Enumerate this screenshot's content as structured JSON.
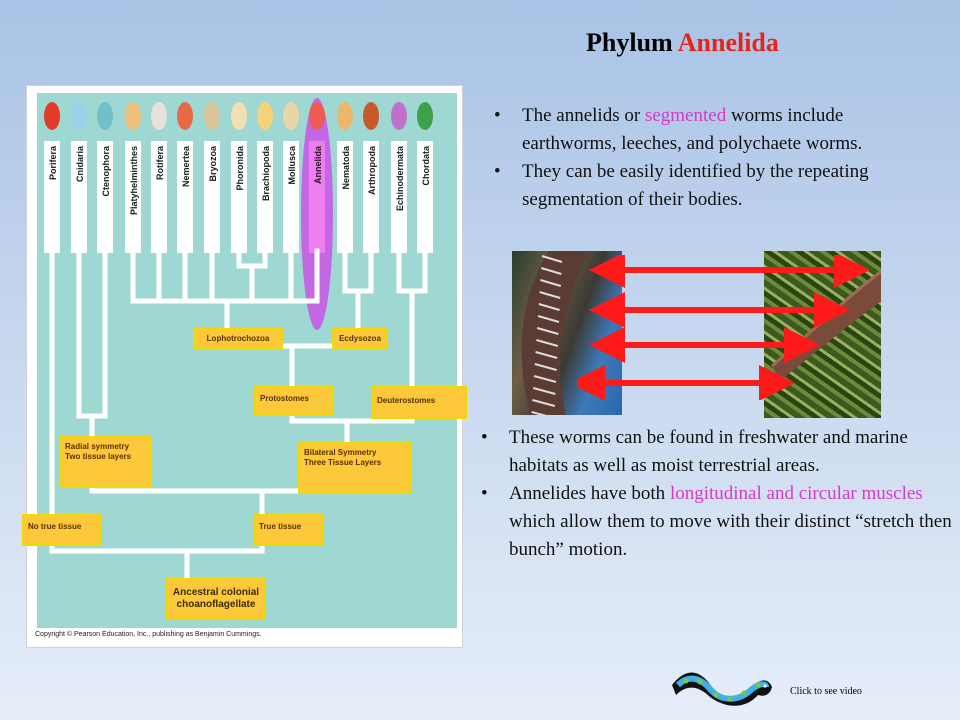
{
  "title": {
    "prefix": "Phylum ",
    "accent": "Annelida"
  },
  "tree": {
    "phyla": [
      "Porifera",
      "Cnidaria",
      "Ctenophora",
      "Platyhelminthes",
      "Rotifera",
      "Nemertea",
      "Bryozoa",
      "Phoronida",
      "Brachiopoda",
      "Mollusca",
      "Annelida",
      "Nematoda",
      "Arthropoda",
      "Echinodermata",
      "Chordata"
    ],
    "highlighted": "Annelida",
    "groups": {
      "lophotrochozoa": "Lophotrochozoa",
      "ecdysozoa": "Ecdysozoa",
      "protostomes": "Protostomes",
      "deuterostomes": "Deuterostomes",
      "radial_1": "Radial symmetry",
      "radial_2": "Two tissue layers",
      "bilateral_1": "Bilateral Symmetry",
      "bilateral_2": "Three Tissue Layers",
      "no_true_tissue": "No true tissue",
      "true_tissue": "True tissue",
      "ancestor_1": "Ancestral colonial",
      "ancestor_2": "choanoflagellate"
    },
    "copyright": "Copyright © Pearson Education, Inc., publishing as Benjamin Cummings.",
    "colors": {
      "background": "#9fd8d3",
      "line": "#ffffff",
      "box": "#fdc93a",
      "highlight": "#c955e6"
    }
  },
  "bullets_top": {
    "item1": {
      "before": "The annelids or ",
      "highlight": "segmented",
      "after": " worms include earthworms, leeches, and polychaete worms."
    },
    "item2": "They can be easily identified by the repeating segmentation of their bodies."
  },
  "bullets_bottom": {
    "item1": "These worms can be found in freshwater and marine habitats as well as moist terrestrial areas.",
    "item2": {
      "before": "Annelides have both ",
      "highlight": "longitudinal and circular muscles",
      "after": " which allow them to move with their distinct “stretch then bunch” motion."
    }
  },
  "video": {
    "label": "Click to see video",
    "icon": "worm-icon"
  },
  "colors": {
    "title_accent": "#e32619",
    "highlight_text": "#d73ac7",
    "arrow": "#ff1a1a"
  }
}
